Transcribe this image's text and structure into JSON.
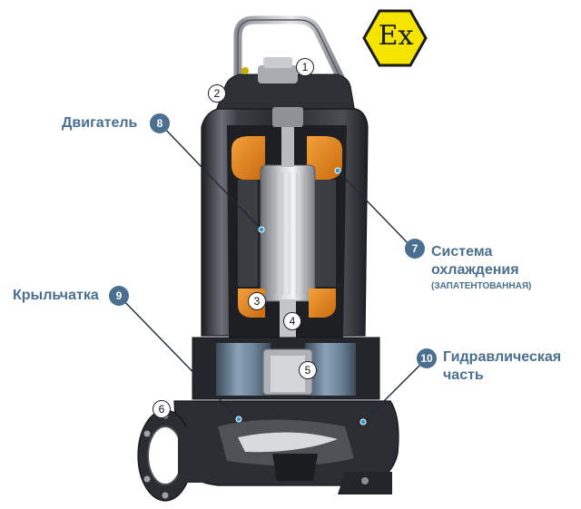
{
  "ex_mark": "Ex",
  "callouts": {
    "n1": "1",
    "n2": "2",
    "n3": "3",
    "n4": "4",
    "n5": "5",
    "n6": "6",
    "n7": "7",
    "n8": "8",
    "n9": "9",
    "n10": "10"
  },
  "labels": {
    "motor": "Двигатель",
    "cooling_line1": "Система",
    "cooling_line2": "охлаждения",
    "cooling_note": "(ЗАПАТЕНТОВАННАЯ)",
    "impeller": "Крыльчатка",
    "hydraulic_line1": "Гидравлическая",
    "hydraulic_line2": "часть"
  },
  "colors": {
    "label": "#4a6f8f",
    "ex_yellow": "#f5e400",
    "winding_orange": "#e8881c",
    "casing_dark": "#2b2e33",
    "hydraulic_blue": "#7f97ad"
  }
}
